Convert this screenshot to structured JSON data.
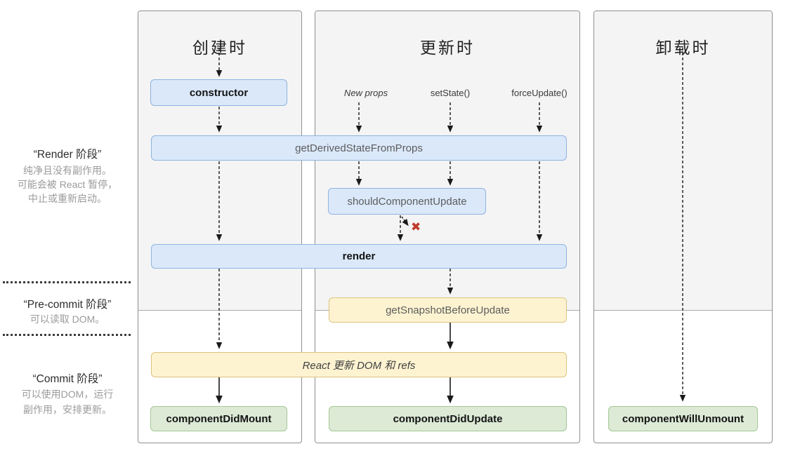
{
  "colors": {
    "blue-fill": "#dae8fa",
    "blue-border": "#8fb3e0",
    "yellow-fill": "#fdf3d1",
    "yellow-border": "#dcc37e",
    "green-fill": "#dcead6",
    "green-border": "#a5c795",
    "column-bg": "#f4f4f4",
    "column-border": "#8f8f8f",
    "muted-text": "#5d5d5d",
    "desc-text": "#9b9b9b",
    "cancel-red": "#bf3a2b"
  },
  "sidebar": {
    "phases": [
      {
        "title": "“Render 阶段”",
        "lines": [
          "纯净且没有副作用。",
          "可能会被 React 暂停，",
          "中止或重新启动。"
        ]
      },
      {
        "title": "“Pre-commit 阶段”",
        "lines": [
          "可以读取 DOM。"
        ]
      },
      {
        "title": "“Commit 阶段”",
        "lines": [
          "可以使用DOM，运行",
          "副作用，安排更新。"
        ]
      }
    ]
  },
  "columns": {
    "mounting": {
      "title": "创建时"
    },
    "updating": {
      "title": "更新时",
      "triggers": [
        {
          "label": "New props"
        },
        {
          "label": "setState()"
        },
        {
          "label": "forceUpdate()"
        }
      ]
    },
    "unmounting": {
      "title": "卸载时"
    }
  },
  "nodes": {
    "constructor": "constructor",
    "getDerivedStateFromProps": "getDerivedStateFromProps",
    "shouldComponentUpdate": "shouldComponentUpdate",
    "render": "render",
    "getSnapshotBeforeUpdate": "getSnapshotBeforeUpdate",
    "reactUpdates": "React 更新 DOM 和 refs",
    "componentDidMount": "componentDidMount",
    "componentDidUpdate": "componentDidUpdate",
    "componentWillUnmount": "componentWillUnmount"
  },
  "icons": {
    "cancel": "✖"
  }
}
